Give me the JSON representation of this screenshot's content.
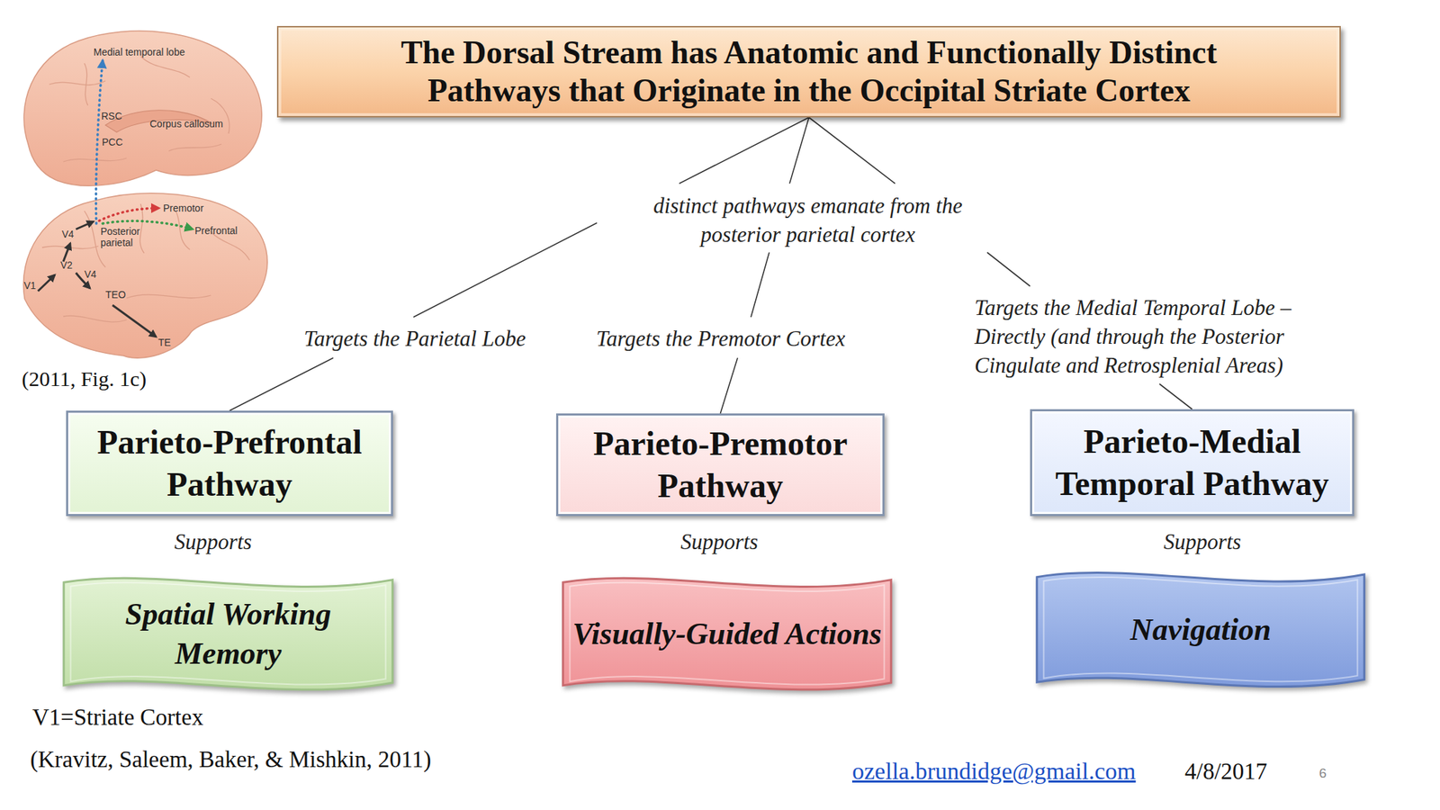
{
  "diagram": {
    "nodes": [
      {
        "text": [
          "The Dorsal Stream has Anatomic and Functionally Distinct Pathways that Originate in the Occipital Striate Cortex"
        ]
      },
      {
        "text": [
          "Parieto-Prefrontal Pathway"
        ]
      },
      {
        "text": [
          "Parieto-Premotor Pathway"
        ]
      },
      {
        "text": [
          "Parieto-Medial Temporal Pathway"
        ]
      },
      {
        "text": [
          "Spatial Working Memory"
        ]
      },
      {
        "text": [
          "Visually-Guided Actions"
        ]
      },
      {
        "text": [
          "Navigation"
        ]
      }
    ],
    "edges": [
      {
        "from": 0,
        "to": 1,
        "arrow": "none",
        "label": "Targets the Parietal Lobe"
      },
      {
        "from": 0,
        "to": 2,
        "arrow": "none",
        "label": "Targets the Premotor Cortex"
      },
      {
        "from": 0,
        "to": 3,
        "arrow": "none",
        "label": "Targets the Medial Temporal Lobe – Directly (and through the Posterior Cingulate and Retrosplenial Areas)"
      }
    ],
    "labels": [
      "Medial temporal lobe",
      "RSC",
      "Corpus callosum",
      "PCC",
      "Premotor",
      "V4",
      "Posterior parietal",
      "Prefrontal",
      "V2",
      "V4",
      "V1",
      "TEO",
      "TE",
      "(2011, Fig. 1c)",
      "distinct pathways emanate from the posterior parietal cortex",
      "Supports",
      "Supports",
      "Supports",
      "V1=Striate Cortex",
      "(Kravitz, Saleem, Baker, & Mishkin, 2011)",
      "ozella.brundidge@gmail.com",
      "4/8/2017",
      "6"
    ]
  }
}
